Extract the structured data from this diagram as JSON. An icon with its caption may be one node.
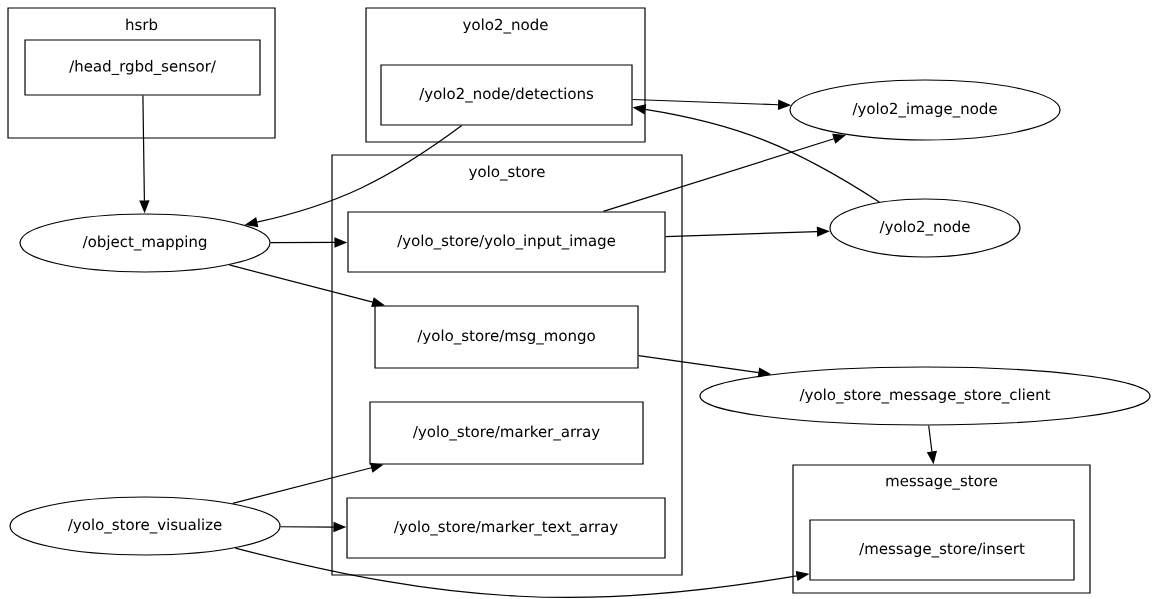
{
  "diagram": {
    "nodes": [
      {
        "text": [
          "hsrb"
        ]
      },
      {
        "text": [
          "/head_rgbd_sensor/"
        ],
        "in": 0
      },
      {
        "text": [
          "yolo2_node"
        ]
      },
      {
        "text": [
          "/yolo2_node/detections"
        ],
        "in": 2
      },
      {
        "text": [
          "/yolo2_image_node"
        ]
      },
      {
        "text": [
          "yolo_store"
        ]
      },
      {
        "text": [
          "/yolo_store/yolo_input_image"
        ],
        "in": 5
      },
      {
        "text": [
          "/yolo2_node"
        ]
      },
      {
        "text": [
          "/object_mapping"
        ]
      },
      {
        "text": [
          "/yolo_store/msg_mongo"
        ],
        "in": 5
      },
      {
        "text": [
          "/yolo_store_message_store_client"
        ]
      },
      {
        "text": [
          "/yolo_store/marker_array"
        ],
        "in": 5
      },
      {
        "text": [
          "message_store"
        ]
      },
      {
        "text": [
          "/yolo_store_visualize"
        ]
      },
      {
        "text": [
          "/yolo_store/marker_text_array"
        ],
        "in": 5
      },
      {
        "text": [
          "/message_store/insert"
        ],
        "in": 12
      }
    ],
    "edges": [
      {
        "from": 1,
        "to": 8,
        "arrow": "to"
      },
      {
        "from": 3,
        "to": 8,
        "arrow": "to"
      },
      {
        "from": 3,
        "to": 4,
        "arrow": "to"
      },
      {
        "from": 6,
        "to": 4,
        "arrow": "to"
      },
      {
        "from": 7,
        "to": 3,
        "arrow": "to"
      },
      {
        "from": 8,
        "to": 6,
        "arrow": "to"
      },
      {
        "from": 6,
        "to": 7,
        "arrow": "to"
      },
      {
        "from": 8,
        "to": 9,
        "arrow": "to"
      },
      {
        "from": 9,
        "to": 10,
        "arrow": "to"
      },
      {
        "from": 10,
        "to": 12,
        "arrow": "to"
      },
      {
        "from": 13,
        "to": 11,
        "arrow": "to"
      },
      {
        "from": 13,
        "to": 14,
        "arrow": "to"
      },
      {
        "from": 13,
        "to": 15,
        "arrow": "to"
      }
    ]
  }
}
